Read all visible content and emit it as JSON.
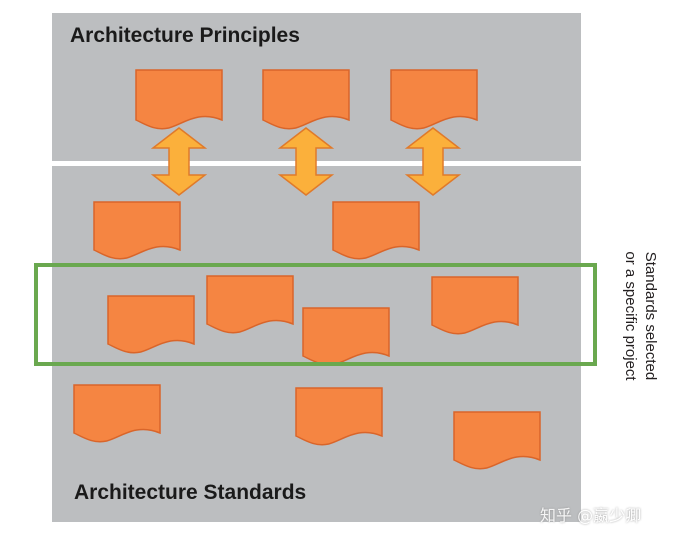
{
  "diagram": {
    "title_principles": "Architecture Principles",
    "title_standards": "Architecture Standards",
    "side_label_line1": "Standards selected",
    "side_label_line2": "or a specific project",
    "watermark": "知乎 @嬴少卿"
  },
  "colors": {
    "panel": "#bcbec0",
    "document_fill": "#f58542",
    "document_stroke": "#d9652a",
    "arrow_fill": "#fbb03b",
    "arrow_stroke": "#e07a2a",
    "selection_box": "#6aa84f"
  }
}
